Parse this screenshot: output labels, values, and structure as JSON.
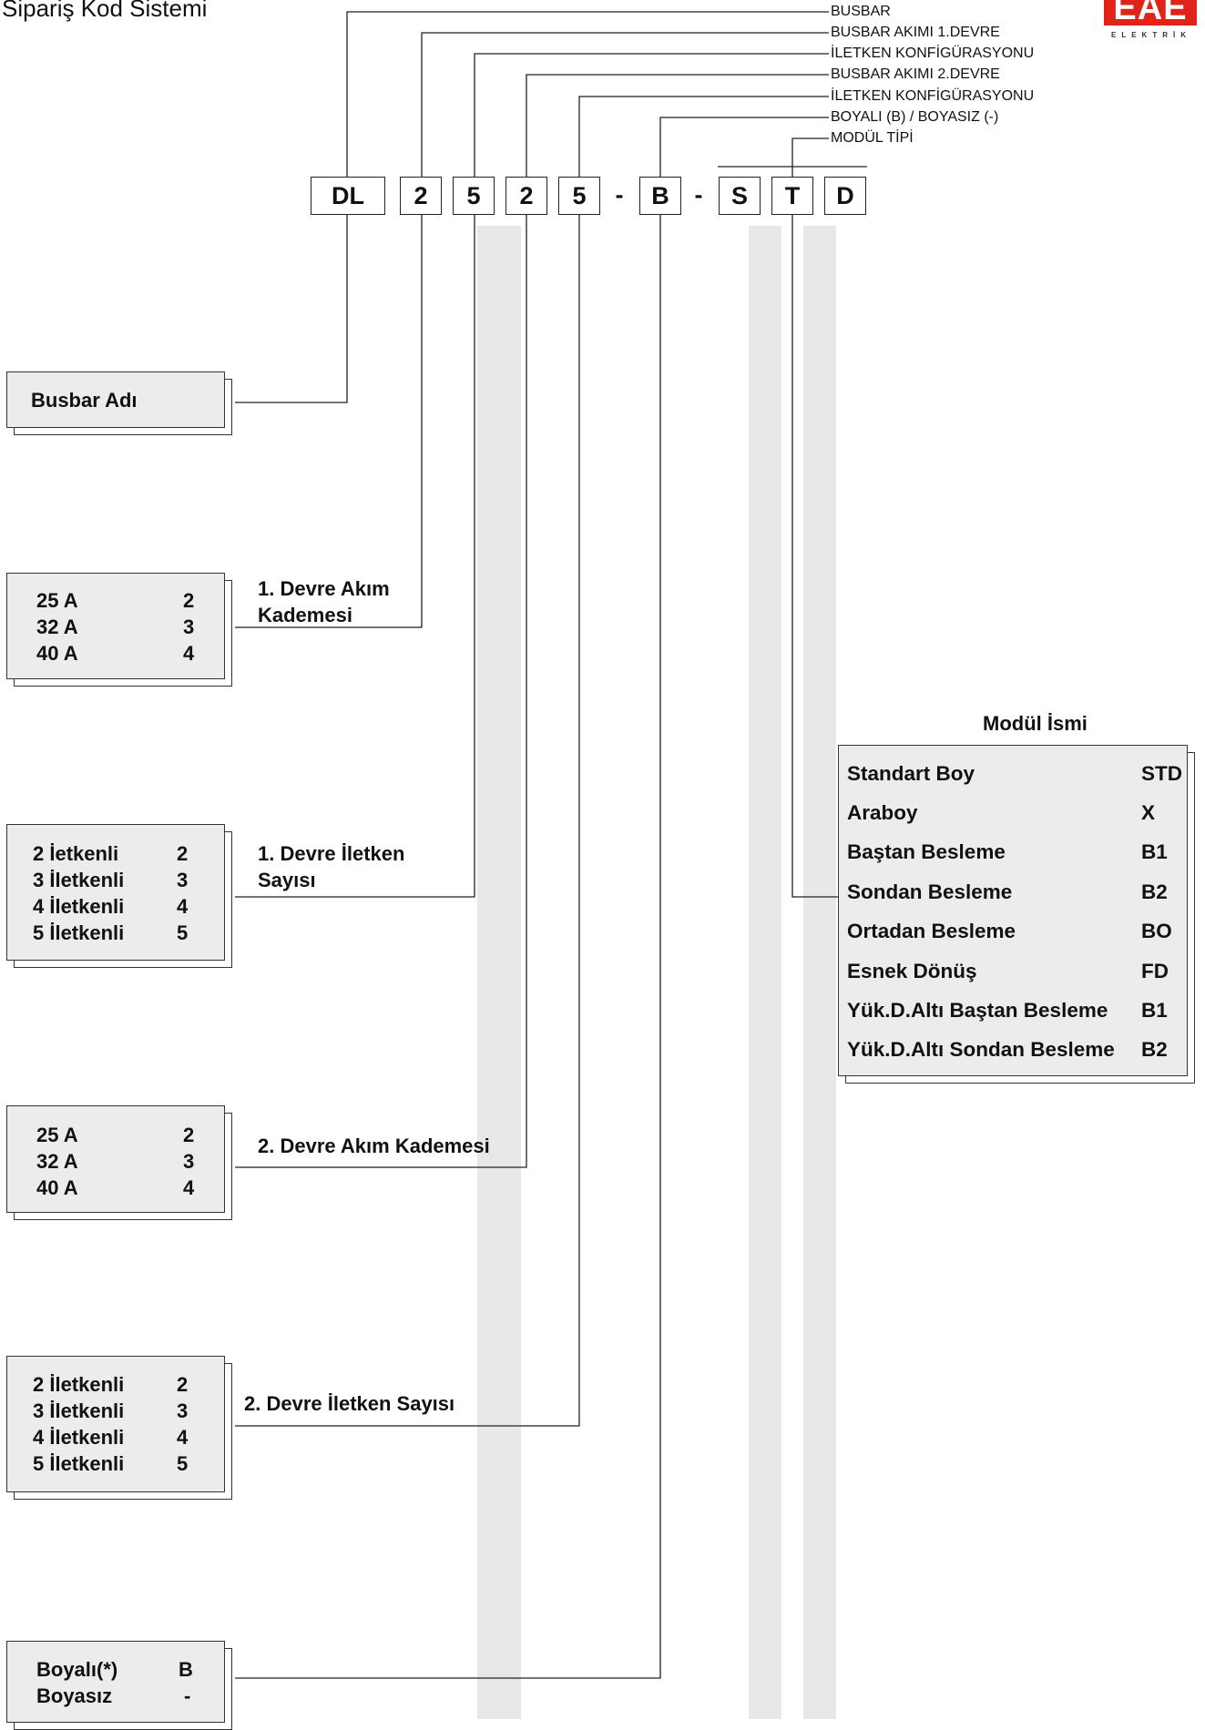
{
  "page": {
    "title": "Sipariş Kod Sistemi"
  },
  "logo": {
    "brand": "EAE",
    "subtitle": "ELEKTRİK"
  },
  "header_labels": [
    "BUSBAR",
    "BUSBAR AKIMI 1.DEVRE",
    "İLETKEN KONFİGÜRASYONU",
    "BUSBAR AKIMI 2.DEVRE",
    "İLETKEN KONFİGÜRASYONU",
    "BOYALI  (B) / BOYASIZ  (-)",
    "MODÜL TİPİ"
  ],
  "code": {
    "segments": [
      "DL",
      "2",
      "5",
      "2",
      "5",
      "-",
      "B",
      "-",
      "S",
      "T",
      "D"
    ]
  },
  "groups": {
    "busbar_name": {
      "label": "Busbar Adı"
    },
    "circuit1_current": {
      "label_lines": [
        "1. Devre Akım",
        "Kademesi"
      ],
      "options": [
        {
          "name": "25 A",
          "code": "2"
        },
        {
          "name": "32 A",
          "code": "3"
        },
        {
          "name": "40 A",
          "code": "4"
        }
      ]
    },
    "circuit1_conductors": {
      "label_lines": [
        "1. Devre İletken",
        "Sayısı"
      ],
      "options": [
        {
          "name": "2 İetkenli",
          "code": "2"
        },
        {
          "name": "3 İletkenli",
          "code": "3"
        },
        {
          "name": "4 İletkenli",
          "code": "4"
        },
        {
          "name": "5 İletkenli",
          "code": "5"
        }
      ]
    },
    "circuit2_current": {
      "label": "2. Devre Akım Kademesi",
      "options": [
        {
          "name": "25 A",
          "code": "2"
        },
        {
          "name": "32 A",
          "code": "3"
        },
        {
          "name": "40 A",
          "code": "4"
        }
      ]
    },
    "circuit2_conductors": {
      "label": "2. Devre İletken Sayısı",
      "options": [
        {
          "name": "2 İletkenli",
          "code": "2"
        },
        {
          "name": "3 İletkenli",
          "code": "3"
        },
        {
          "name": "4 İletkenli",
          "code": "4"
        },
        {
          "name": "5 İletkenli",
          "code": "5"
        }
      ]
    },
    "paint": {
      "options": [
        {
          "name": "Boyalı(*)",
          "code": "B"
        },
        {
          "name": "Boyasız",
          "code": "-"
        }
      ]
    },
    "module": {
      "title": "Modül İsmi",
      "options": [
        {
          "name": "Standart Boy",
          "code": "STD"
        },
        {
          "name": "Araboy",
          "code": "X"
        },
        {
          "name": "Baştan Besleme",
          "code": "B1"
        },
        {
          "name": "Sondan Besleme",
          "code": "B2"
        },
        {
          "name": "Ortadan Besleme",
          "code": "BO"
        },
        {
          "name": "Esnek Dönüş",
          "code": "FD"
        },
        {
          "name": "Yük.D.Altı Baştan Besleme",
          "code": "B1"
        },
        {
          "name": "Yük.D.Altı Sondan Besleme",
          "code": "B2"
        }
      ]
    }
  }
}
